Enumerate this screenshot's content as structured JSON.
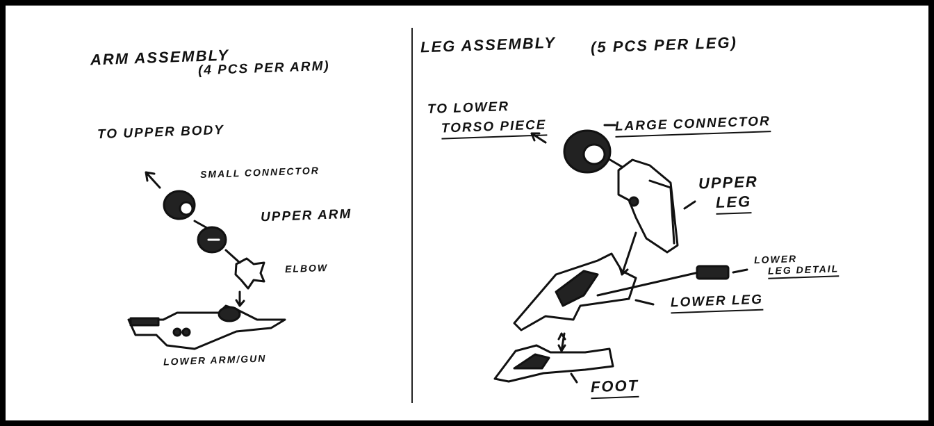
{
  "arm": {
    "title": "ARM ASSEMBLY",
    "subtitle": "(4 PCS PER ARM)",
    "to_upper_body": "TO UPPER BODY",
    "small_connector": "SMALL CONNECTOR",
    "upper_arm": "UPPER ARM",
    "elbow": "ELBOW",
    "lower_arm_gun": "LOWER ARM/GUN"
  },
  "leg": {
    "title": "LEG ASSEMBLY",
    "subtitle": "(5 PCS PER LEG)",
    "to_lower_1": "TO LOWER",
    "to_lower_2": "TORSO PIECE",
    "large_connector": "LARGE CONNECTOR",
    "upper_leg_1": "UPPER",
    "upper_leg_2": "LEG",
    "lower_leg_detail_1": "LOWER",
    "lower_leg_detail_2": "LEG DETAIL",
    "lower_leg": "LOWER LEG",
    "foot": "FOOT"
  }
}
